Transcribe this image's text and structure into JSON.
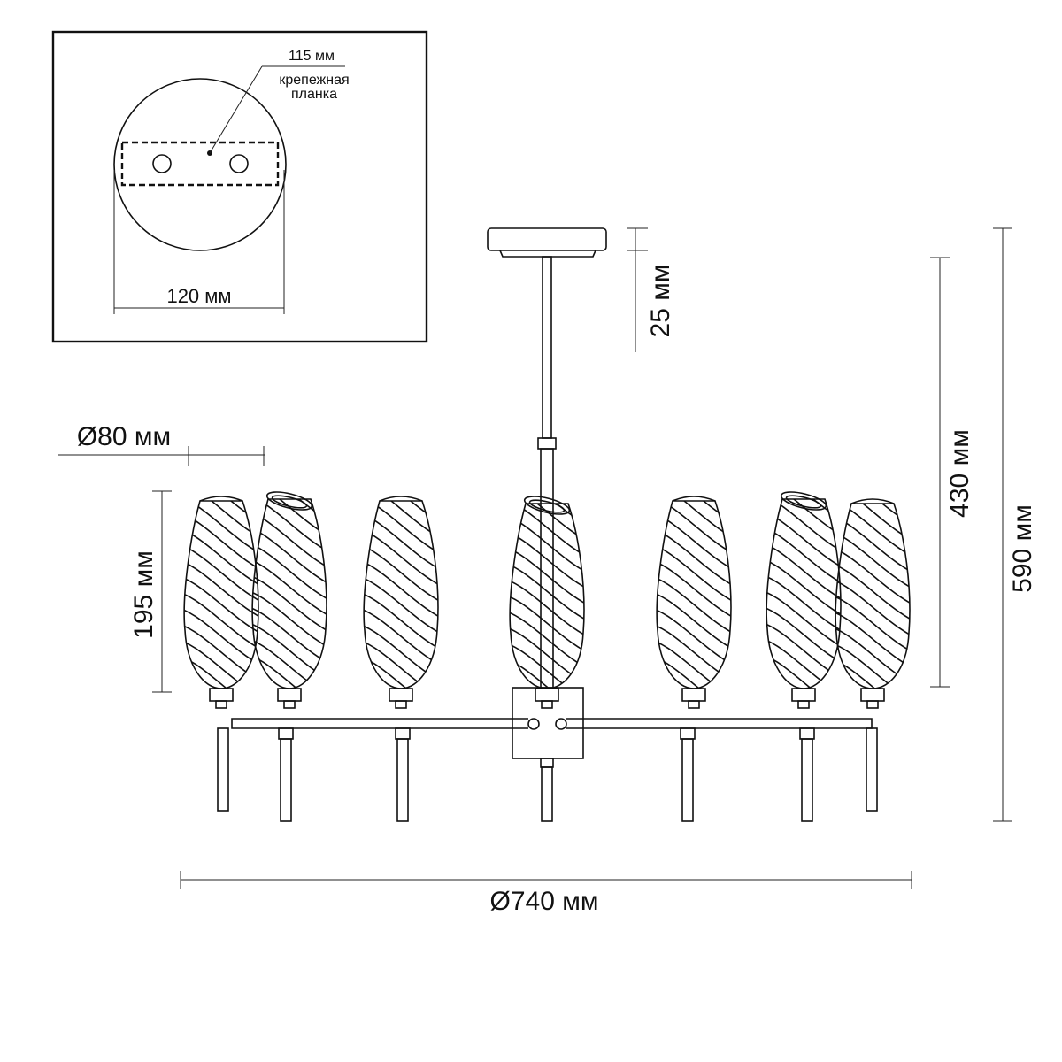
{
  "labels": {
    "bar_width": "115 мм",
    "mount_plate_line1": "крепежная",
    "mount_plate_line2": "планка",
    "canopy_diameter": "120 мм",
    "canopy_height": "25 мм",
    "shade_diameter": "Ø80 мм",
    "shade_height": "195 мм",
    "min_height": "430 мм",
    "max_height": "590 мм",
    "fixture_diameter": "Ø740 мм"
  },
  "colors": {
    "line": "#111111",
    "background": "#ffffff"
  },
  "shades": {
    "count": 7
  }
}
